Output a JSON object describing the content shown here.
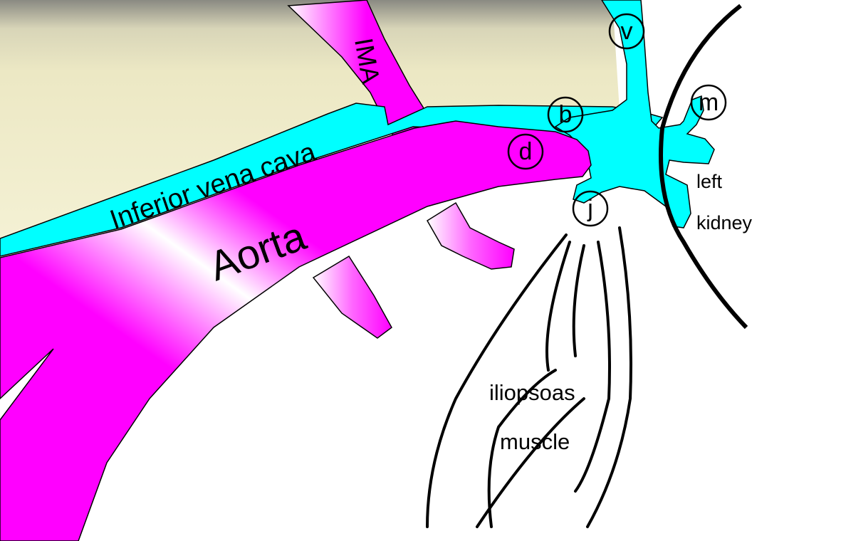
{
  "diagram": {
    "labels": {
      "ima": "IMA",
      "ivc": "Inferior vena cava",
      "aorta": "Aorta",
      "left": "left",
      "kidney": "kidney",
      "iliopsoas": "iliopsoas",
      "muscle": "muscle"
    },
    "markers": {
      "v": "v",
      "b": "b",
      "m": "m",
      "d": "d",
      "j": "j"
    }
  },
  "colors": {
    "aorta": "#ff00ff",
    "vein": "#00ffff",
    "background_organ": "#ece8c4",
    "outline": "#000000"
  }
}
